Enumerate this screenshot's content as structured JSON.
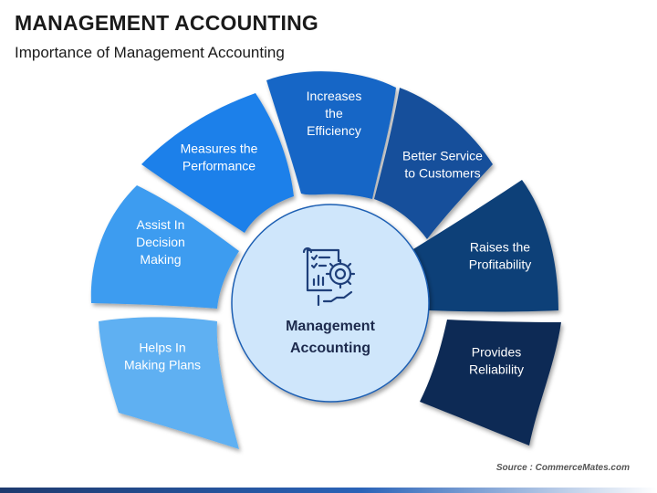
{
  "title": "MANAGEMENT ACCOUNTING",
  "subtitle": "Importance of Management Accounting",
  "center": {
    "lines": [
      "Management",
      "Accounting"
    ],
    "icon": "accounting-document-gear-icon"
  },
  "petals": [
    {
      "lines": [
        "Helps In",
        "Making Plans"
      ],
      "color": "#5fb0f2"
    },
    {
      "lines": [
        "Assist In",
        "Decision",
        "Making"
      ],
      "color": "#3d9cf0"
    },
    {
      "lines": [
        "Measures the",
        "Performance"
      ],
      "color": "#1e80ea"
    },
    {
      "lines": [
        "Increases",
        "the",
        "Efficiency"
      ],
      "color": "#1466c6"
    },
    {
      "lines": [
        "Better Service",
        "to Customers"
      ],
      "color": "#124f9b"
    },
    {
      "lines": [
        "Raises the",
        "Profitability"
      ],
      "color": "#113f78"
    },
    {
      "lines": [
        "Provides",
        "Reliability"
      ],
      "color": "#0d2a55"
    }
  ],
  "colors": {
    "center_fill": "#cfe6fb",
    "center_stroke": "#1e5fb3",
    "icon_color": "#1f3f7a"
  },
  "source": "Source : CommerceMates.com"
}
